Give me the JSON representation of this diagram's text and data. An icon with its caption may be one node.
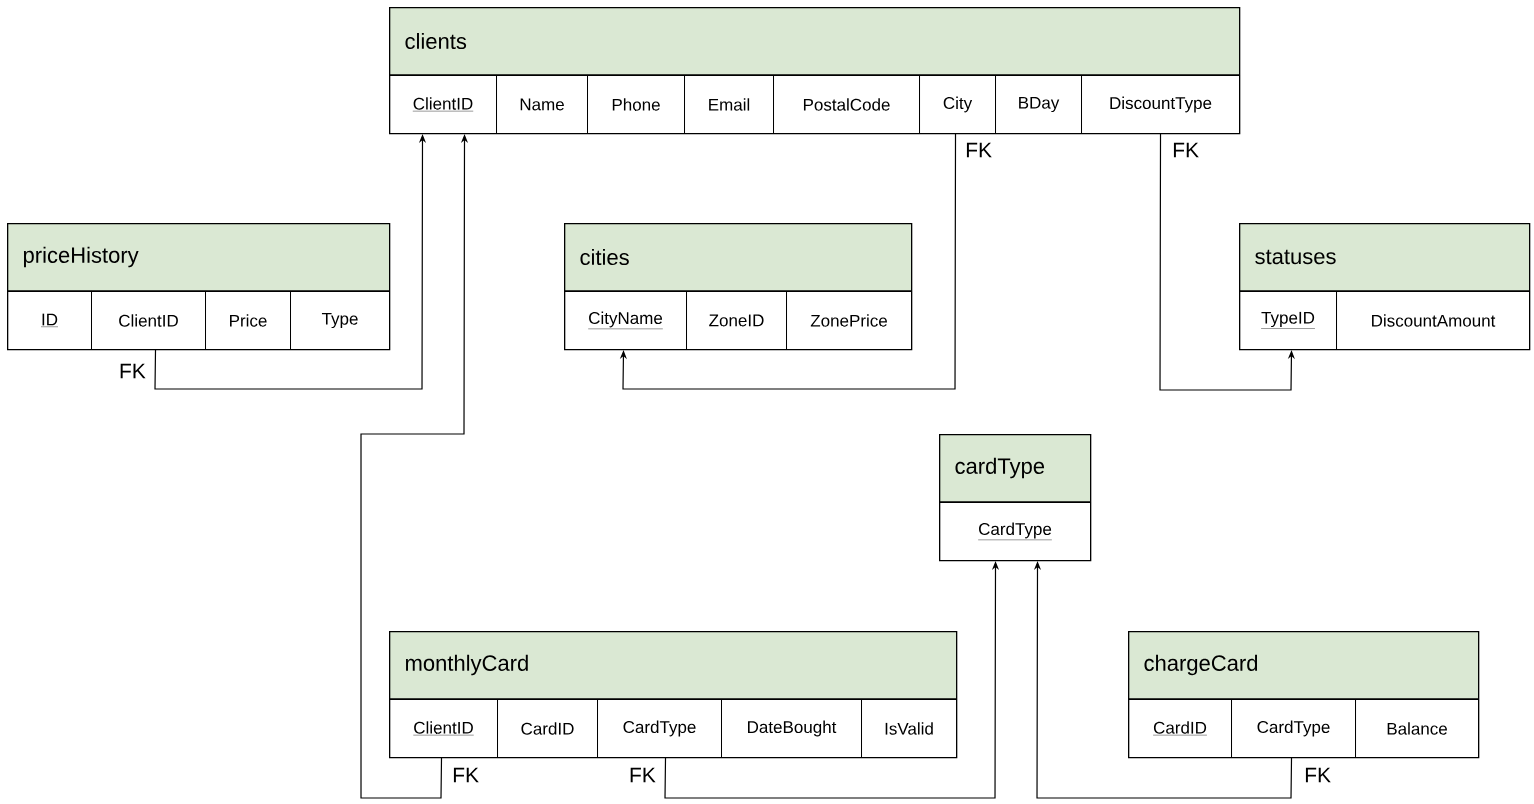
{
  "diagram": {
    "nodes": [
      {
        "text": [
          "clients"
        ]
      },
      {
        "text": [
          "ClientID"
        ],
        "in": 0
      },
      {
        "text": [
          "Name"
        ],
        "in": 0
      },
      {
        "text": [
          "Phone"
        ],
        "in": 0
      },
      {
        "text": [
          "Email"
        ],
        "in": 0
      },
      {
        "text": [
          "PostalCode"
        ],
        "in": 0
      },
      {
        "text": [
          "City"
        ],
        "in": 0,
        "beside": [
          "FK"
        ]
      },
      {
        "text": [
          "BDay"
        ],
        "in": 0
      },
      {
        "text": [
          "DiscountType"
        ],
        "in": 0,
        "beside": [
          "FK"
        ]
      },
      {
        "text": [
          "priceHistory"
        ]
      },
      {
        "text": [
          "ID"
        ],
        "in": 9
      },
      {
        "text": [
          "ClientID"
        ],
        "in": 9,
        "beside": [
          "FK"
        ]
      },
      {
        "text": [
          "Price"
        ],
        "in": 9
      },
      {
        "text": [
          "Type"
        ],
        "in": 9
      },
      {
        "text": [
          "cities"
        ]
      },
      {
        "text": [
          "CityName"
        ],
        "in": 14
      },
      {
        "text": [
          "ZoneID"
        ],
        "in": 14
      },
      {
        "text": [
          "ZonePrice"
        ],
        "in": 14
      },
      {
        "text": [
          "statuses"
        ]
      },
      {
        "text": [
          "TypeID"
        ],
        "in": 18
      },
      {
        "text": [
          "DiscountAmount"
        ],
        "in": 18
      },
      {
        "text": [
          "cardType"
        ]
      },
      {
        "text": [
          "CardType"
        ],
        "in": 21
      },
      {
        "text": [
          "monthlyCard"
        ]
      },
      {
        "text": [
          "ClientID"
        ],
        "in": 23,
        "beside": [
          "FK"
        ]
      },
      {
        "text": [
          "CardID"
        ],
        "in": 23
      },
      {
        "text": [
          "CardType"
        ],
        "in": 23,
        "beside": [
          "FK"
        ]
      },
      {
        "text": [
          "DateBought"
        ],
        "in": 23
      },
      {
        "text": [
          "IsValid"
        ],
        "in": 23
      },
      {
        "text": [
          "chargeCard"
        ]
      },
      {
        "text": [
          "CardID"
        ],
        "in": 29
      },
      {
        "text": [
          "CardType"
        ],
        "in": 29,
        "beside": [
          "FK"
        ]
      },
      {
        "text": [
          "Balance"
        ],
        "in": 29
      }
    ],
    "edges": [
      {
        "from": 11,
        "to": 1,
        "arrow": "to"
      },
      {
        "from": 24,
        "to": 1,
        "arrow": "to"
      },
      {
        "from": 6,
        "to": 15,
        "arrow": "to"
      },
      {
        "from": 8,
        "to": 19,
        "arrow": "to"
      },
      {
        "from": 26,
        "to": 22,
        "arrow": "to"
      },
      {
        "from": 31,
        "to": 22,
        "arrow": "to"
      }
    ]
  }
}
